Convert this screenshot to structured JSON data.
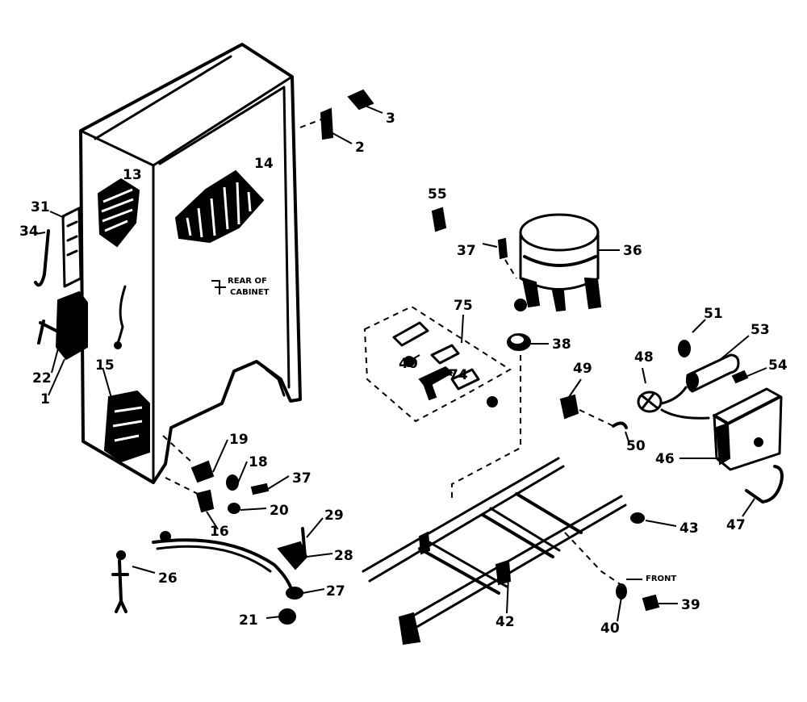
{
  "labels": {
    "p1": "1",
    "p2": "2",
    "p3": "3",
    "p13": "13",
    "p14": "14",
    "p15": "15",
    "p16": "16",
    "p18": "18",
    "p19": "19",
    "p20": "20",
    "p21": "21",
    "p22": "22",
    "p26": "26",
    "p27": "27",
    "p28": "28",
    "p29": "29",
    "p31": "31",
    "p34": "34",
    "p36": "36",
    "p37a": "37",
    "p37b": "37",
    "p38": "38",
    "p39": "39",
    "p40": "40",
    "p42": "42",
    "p43": "43",
    "p46": "46",
    "p47": "47",
    "p48": "48",
    "p49": "49",
    "p50": "50",
    "p51": "51",
    "p53": "53",
    "p54": "54",
    "p55": "55",
    "p74": "74",
    "p75": "75"
  },
  "notes": {
    "rear_line1": "REAR OF",
    "rear_line2": "CABINET",
    "front": "FRONT"
  }
}
